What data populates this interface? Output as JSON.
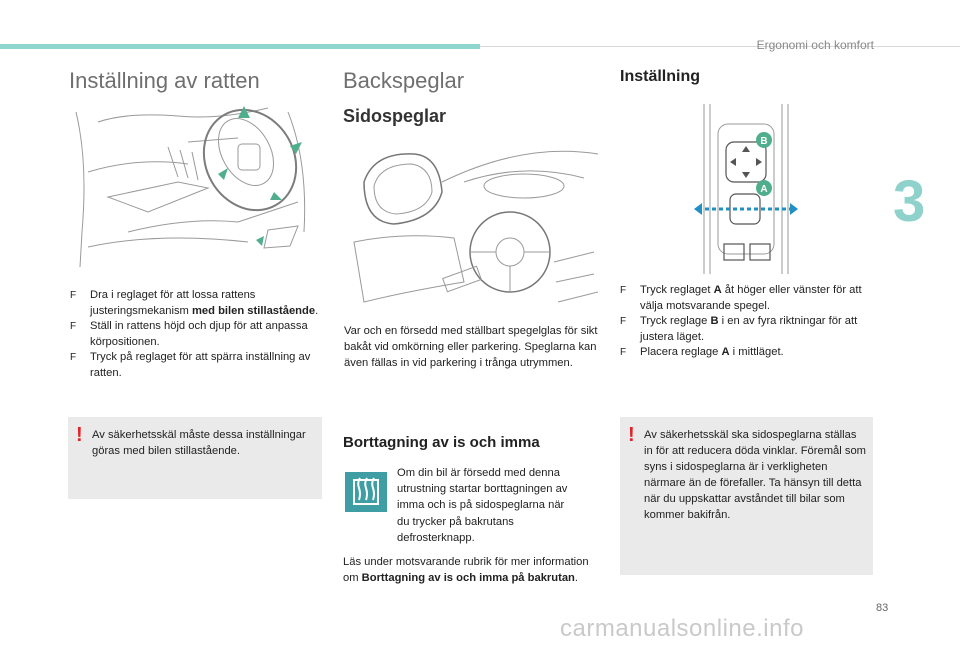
{
  "header": {
    "chapter_title": "Ergonomi och komfort",
    "chapter_number": "3",
    "page_number": "83"
  },
  "col1": {
    "title": "Inställning av ratten",
    "steps": [
      {
        "marker": "F",
        "pre": "Dra i reglaget för att lossa rattens justeringsmekanism ",
        "bold": "med bilen stillastående",
        "post": "."
      },
      {
        "marker": "F",
        "pre": "Ställ in rattens höjd och djup för att anpassa körpositionen.",
        "bold": "",
        "post": ""
      },
      {
        "marker": "F",
        "pre": "Tryck på reglaget för att spärra inställning av ratten.",
        "bold": "",
        "post": ""
      }
    ],
    "warning": "Av säkerhetsskäl måste dessa inställningar göras med bilen stillastående."
  },
  "col2": {
    "title": "Backspeglar",
    "subtitle": "Sidospeglar",
    "intro": "Var och en försedd med ställbart spegelglas för sikt bakåt vid omkörning eller parkering. Speglarna kan även fällas in vid parkering i trånga utrymmen.",
    "defrost_title": "Borttagning av is och imma",
    "defrost_text": "Om din bil är försedd med denna utrustning startar borttagningen av imma och is på sidospeglarna när du trycker på bakrutans defrosterknapp.",
    "ref_pre": "Läs under motsvarande rubrik för mer information om ",
    "ref_bold": "Borttagning av is och imma på bakrutan",
    "ref_post": "."
  },
  "col3": {
    "title": "Inställning",
    "label_a": "A",
    "label_b": "B",
    "steps": [
      {
        "marker": "F",
        "pre": "Tryck reglaget ",
        "bold": "A",
        "post": " åt höger eller vänster för att välja motsvarande spegel."
      },
      {
        "marker": "F",
        "pre": "Tryck reglage ",
        "bold": "B",
        "post": " i en av fyra riktningar för att justera läget."
      },
      {
        "marker": "F",
        "pre": "Placera reglage ",
        "bold": "A",
        "post": " i mittläget."
      }
    ],
    "warning": "Av säkerhetsskäl ska sidospeglarna ställas in för att reducera döda vinklar. Föremål som syns i sidospeglarna är i verkligheten närmare än de förefaller. Ta hänsyn till detta när du uppskattar avståndet till bilar som kommer bakifrån."
  },
  "watermark": "carmanualsonline.info",
  "colors": {
    "accent": "#8fd6cf",
    "warning_red": "#e2232a",
    "arrow_blue": "#1f8fc4",
    "icon_teal": "#3e9ea4",
    "label_green": "#4fae8c"
  }
}
